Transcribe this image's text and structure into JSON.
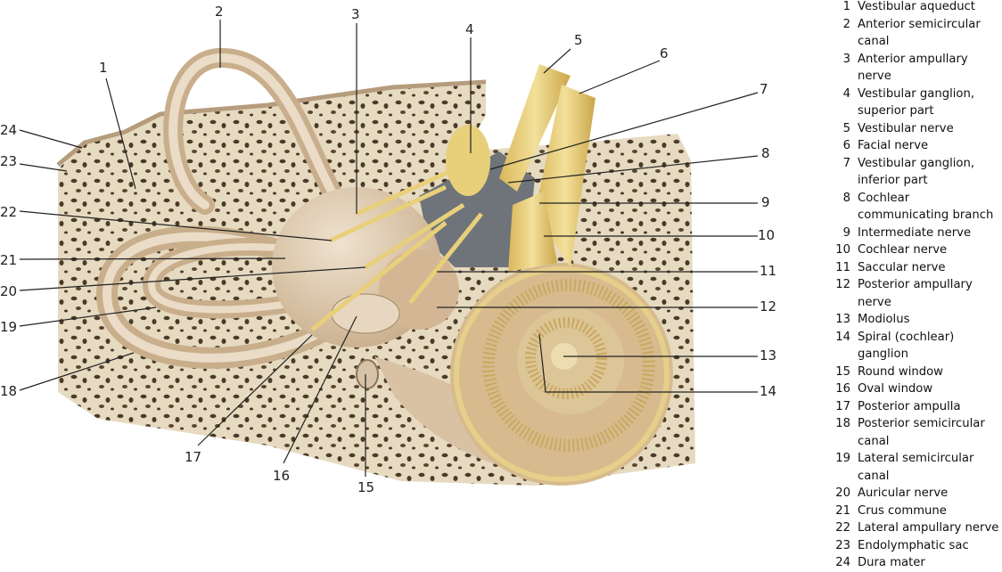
{
  "legend": {
    "items": [
      {
        "num": "1",
        "text": "Vestibular aqueduct"
      },
      {
        "num": "2",
        "text": "Anterior semicircular canal"
      },
      {
        "num": "3",
        "text": "Anterior ampullary nerve"
      },
      {
        "num": "4",
        "text": "Vestibular ganglion, superior part"
      },
      {
        "num": "5",
        "text": "Vestibular nerve"
      },
      {
        "num": "6",
        "text": "Facial nerve"
      },
      {
        "num": "7",
        "text": "Vestibular ganglion, inferior part"
      },
      {
        "num": "8",
        "text": "Cochlear communicating branch"
      },
      {
        "num": "9",
        "text": "Intermediate nerve"
      },
      {
        "num": "10",
        "text": "Cochlear nerve"
      },
      {
        "num": "11",
        "text": "Saccular nerve"
      },
      {
        "num": "12",
        "text": "Posterior ampullary nerve"
      },
      {
        "num": "13",
        "text": "Modiolus"
      },
      {
        "num": "14",
        "text": "Spiral (cochlear) ganglion"
      },
      {
        "num": "15",
        "text": "Round window"
      },
      {
        "num": "16",
        "text": "Oval window"
      },
      {
        "num": "17",
        "text": "Posterior ampulla"
      },
      {
        "num": "18",
        "text": "Posterior semicircular canal"
      },
      {
        "num": "19",
        "text": "Lateral semicircular canal"
      },
      {
        "num": "20",
        "text": "Auricular nerve"
      },
      {
        "num": "21",
        "text": "Crus commune"
      },
      {
        "num": "22",
        "text": "Lateral ampullary nerve"
      },
      {
        "num": "23",
        "text": "Endolymphatic sac"
      },
      {
        "num": "24",
        "text": "Dura mater"
      }
    ]
  },
  "colors": {
    "bone": "#e6dac0",
    "pore": "#4a3a28",
    "labyrinth": "#d9c2a4",
    "nerve": "#e8cf7a",
    "shadow": "#6f747a"
  }
}
